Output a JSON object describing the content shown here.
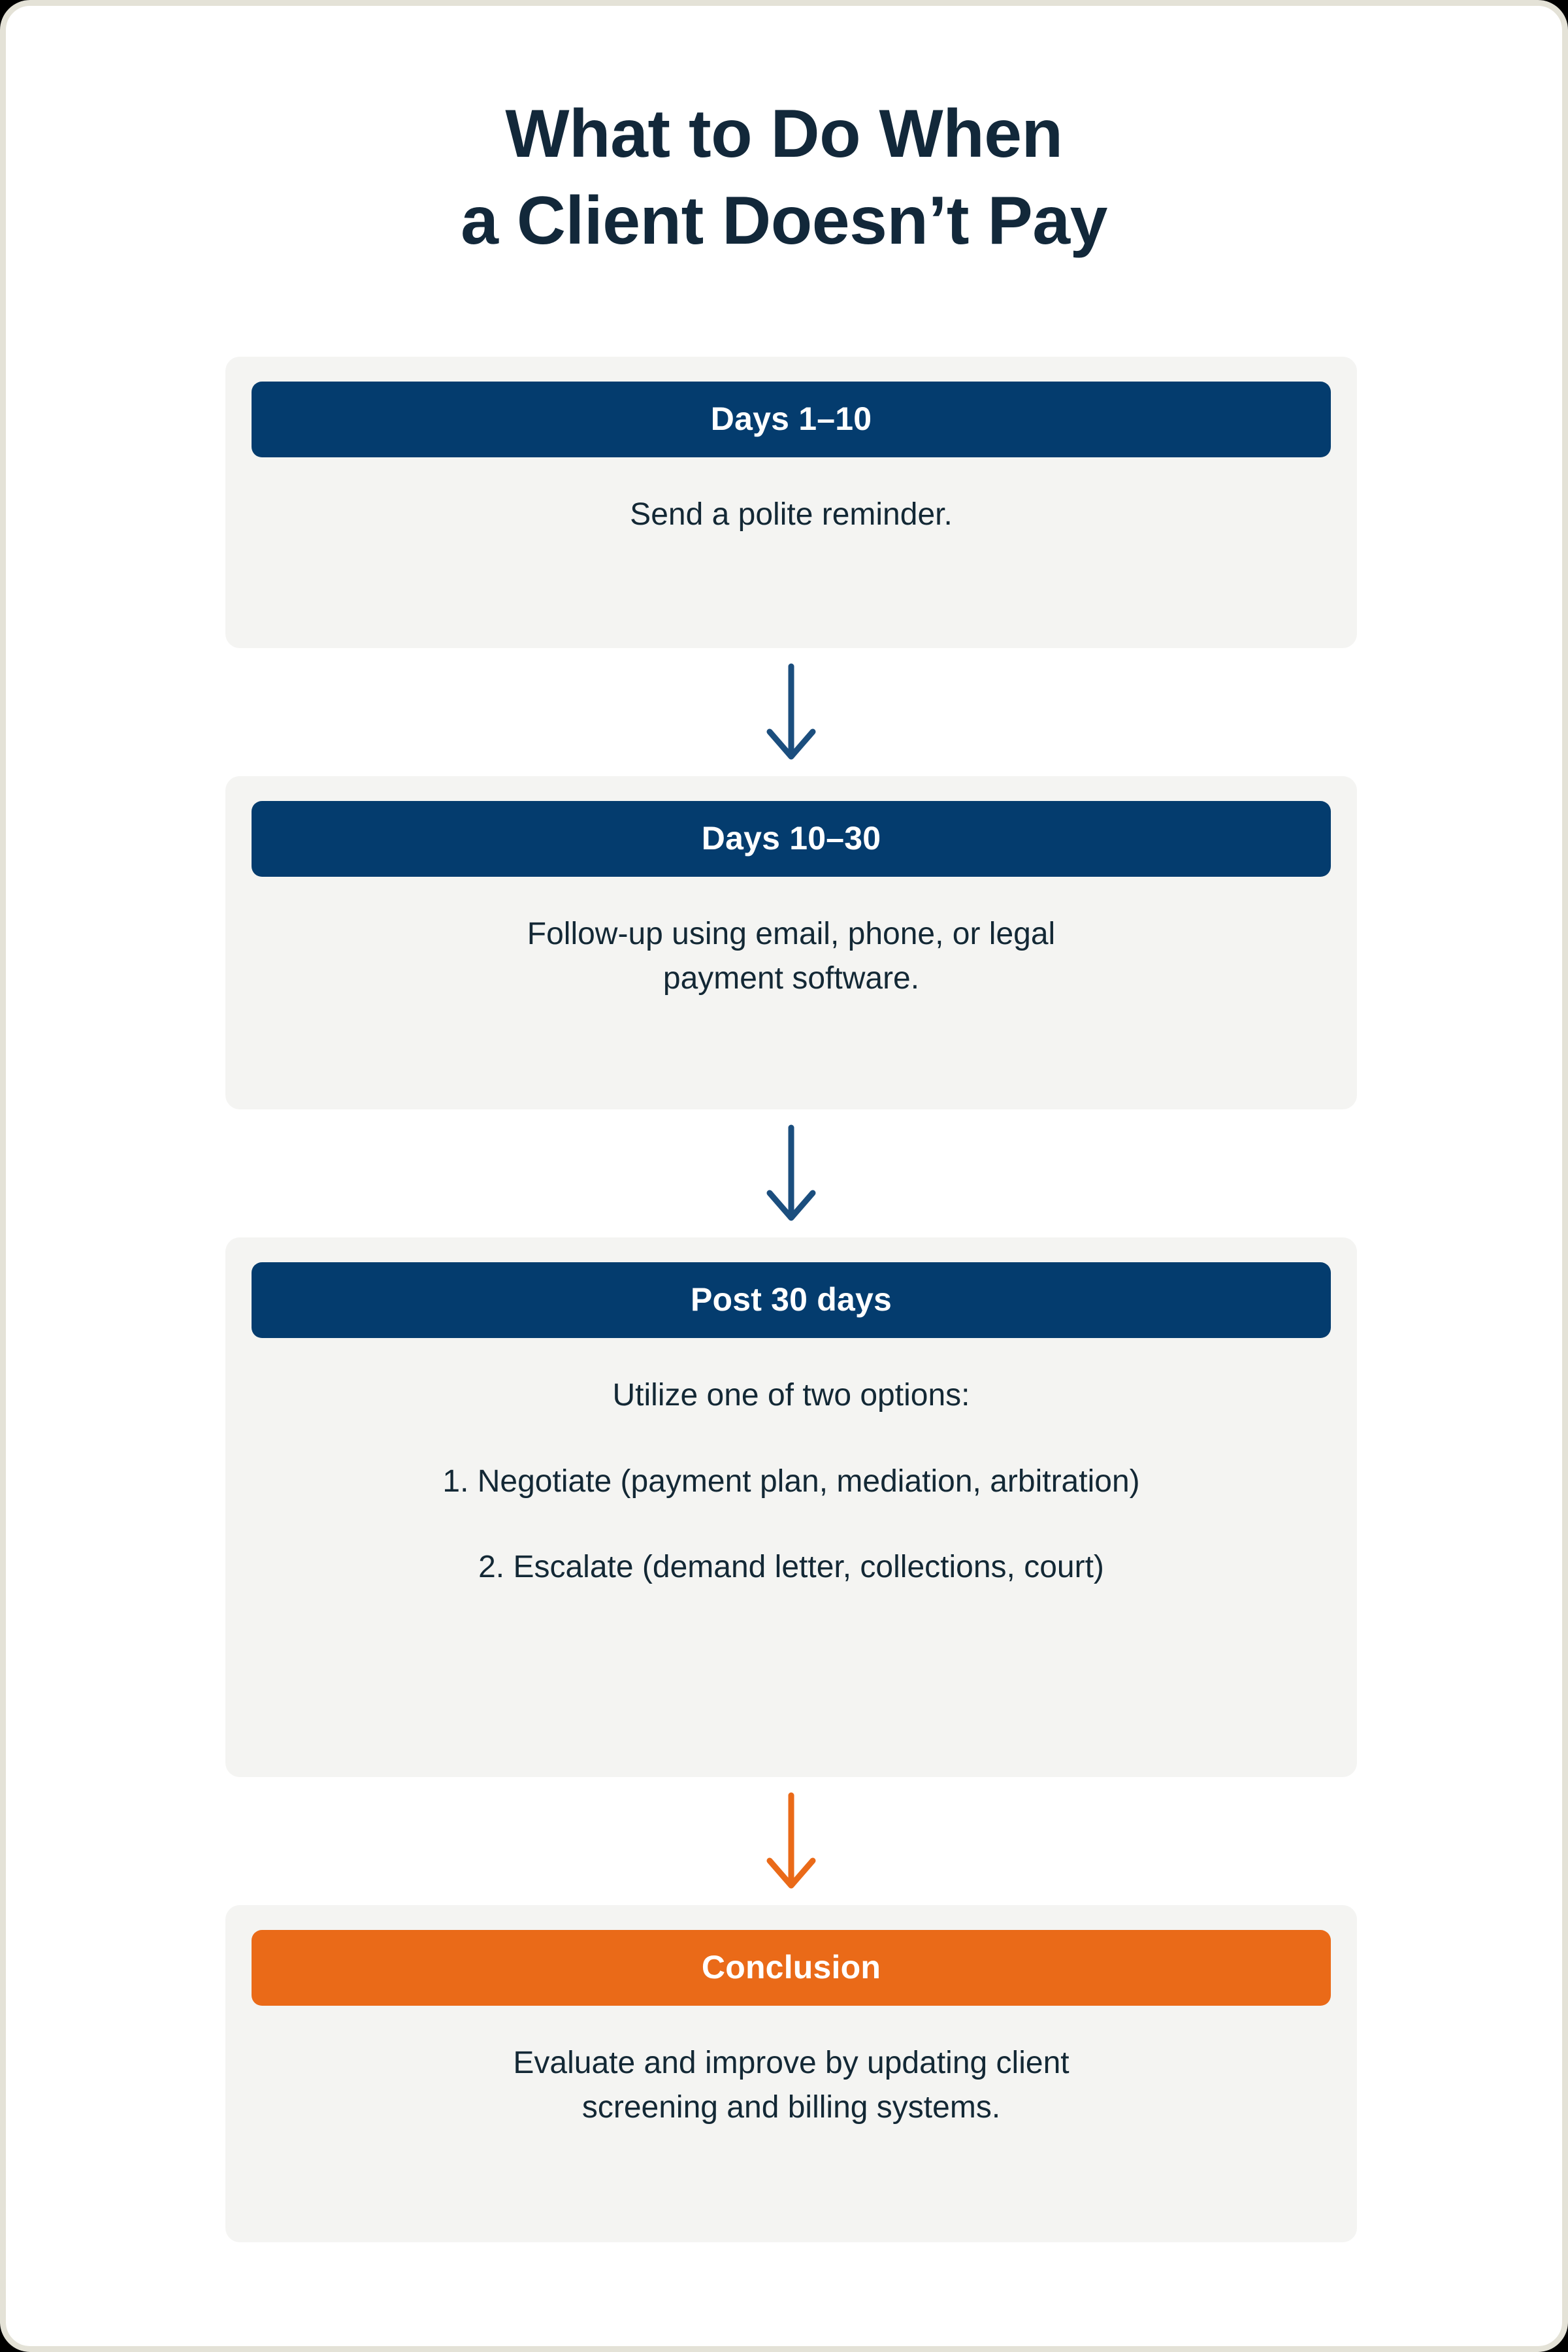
{
  "theme": {
    "page_background": "#ffffff",
    "outer_frame": "#e4e2d7",
    "card_background": "#f4f4f2",
    "navy": "#043c6e",
    "orange": "#ea6a18",
    "text_dark": "#132835",
    "title_color": "#12283a",
    "header_text": "#ffffff"
  },
  "title": {
    "line1": "What to Do When",
    "line2": "a Client Doesn’t Pay"
  },
  "steps": [
    {
      "header": "Days 1–10",
      "header_color": "navy",
      "body_lines": [
        "Send a polite reminder."
      ]
    },
    {
      "header": "Days 10–30",
      "header_color": "navy",
      "body_lines": [
        "Follow-up using email, phone, or legal",
        "payment software."
      ]
    },
    {
      "header": "Post 30 days",
      "header_color": "navy",
      "intro": "Utilize one of two options:",
      "options": [
        "1. Negotiate (payment plan, mediation, arbitration)",
        "2. Escalate (demand letter, collections, court)"
      ]
    },
    {
      "header": "Conclusion",
      "header_color": "orange",
      "body_lines": [
        "Evaluate and improve by updating client",
        "screening and billing systems."
      ]
    }
  ],
  "connectors": [
    {
      "icon": "arrow-down-icon",
      "color": "#1b4e7e"
    },
    {
      "icon": "arrow-down-icon",
      "color": "#1b4e7e"
    },
    {
      "icon": "arrow-down-icon",
      "color": "#ea6a18"
    }
  ]
}
